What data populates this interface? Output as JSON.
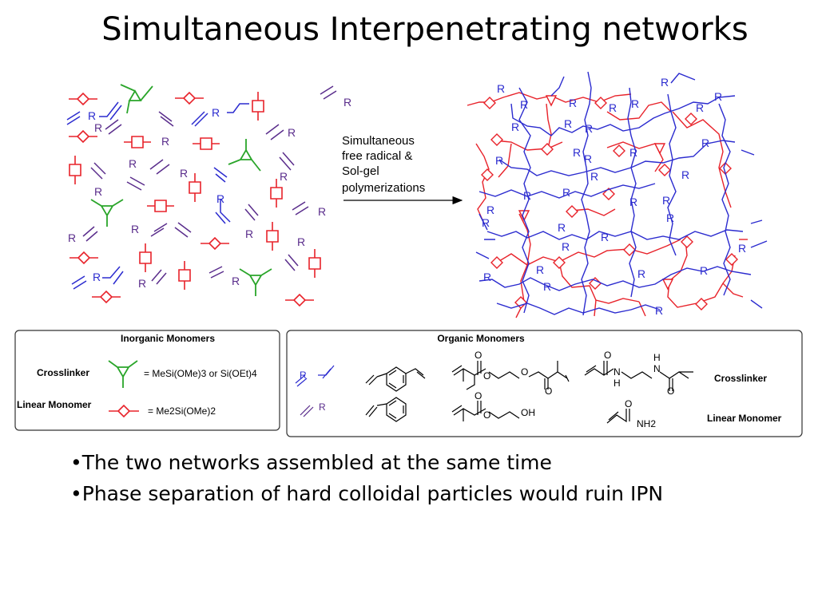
{
  "title": "Simultaneous Interpenetrating networks",
  "arrow_label": [
    "Simultaneous",
    "free radical &",
    "Sol-gel",
    "polymerizations"
  ],
  "group_label": "R",
  "inorganic_panel": {
    "heading": "Inorganic Monomers",
    "crosslinker_label": "Crosslinker",
    "crosslinker_formula": "= MeSi(OMe)3 or Si(OEt)4",
    "linear_label": "Linear Monomer",
    "linear_formula": "= Me2Si(OMe)2"
  },
  "organic_panel": {
    "heading": "Organic Monomers",
    "crosslinker_label": "Crosslinker",
    "linear_label": "Linear Monomer",
    "atoms": {
      "O": "O",
      "N": "N",
      "H": "H",
      "OH": "OH",
      "NH2": "NH2"
    }
  },
  "bullets": [
    "•The two networks assembled at the same time",
    "•Phase separation of hard colloidal particles would ruin IPN"
  ],
  "colors": {
    "inorganic_linear": "#e8222a",
    "inorganic_crosslinker": "#2aa52a",
    "organic": "#2b2bcf",
    "organic_linear": "#5a2d8c"
  }
}
